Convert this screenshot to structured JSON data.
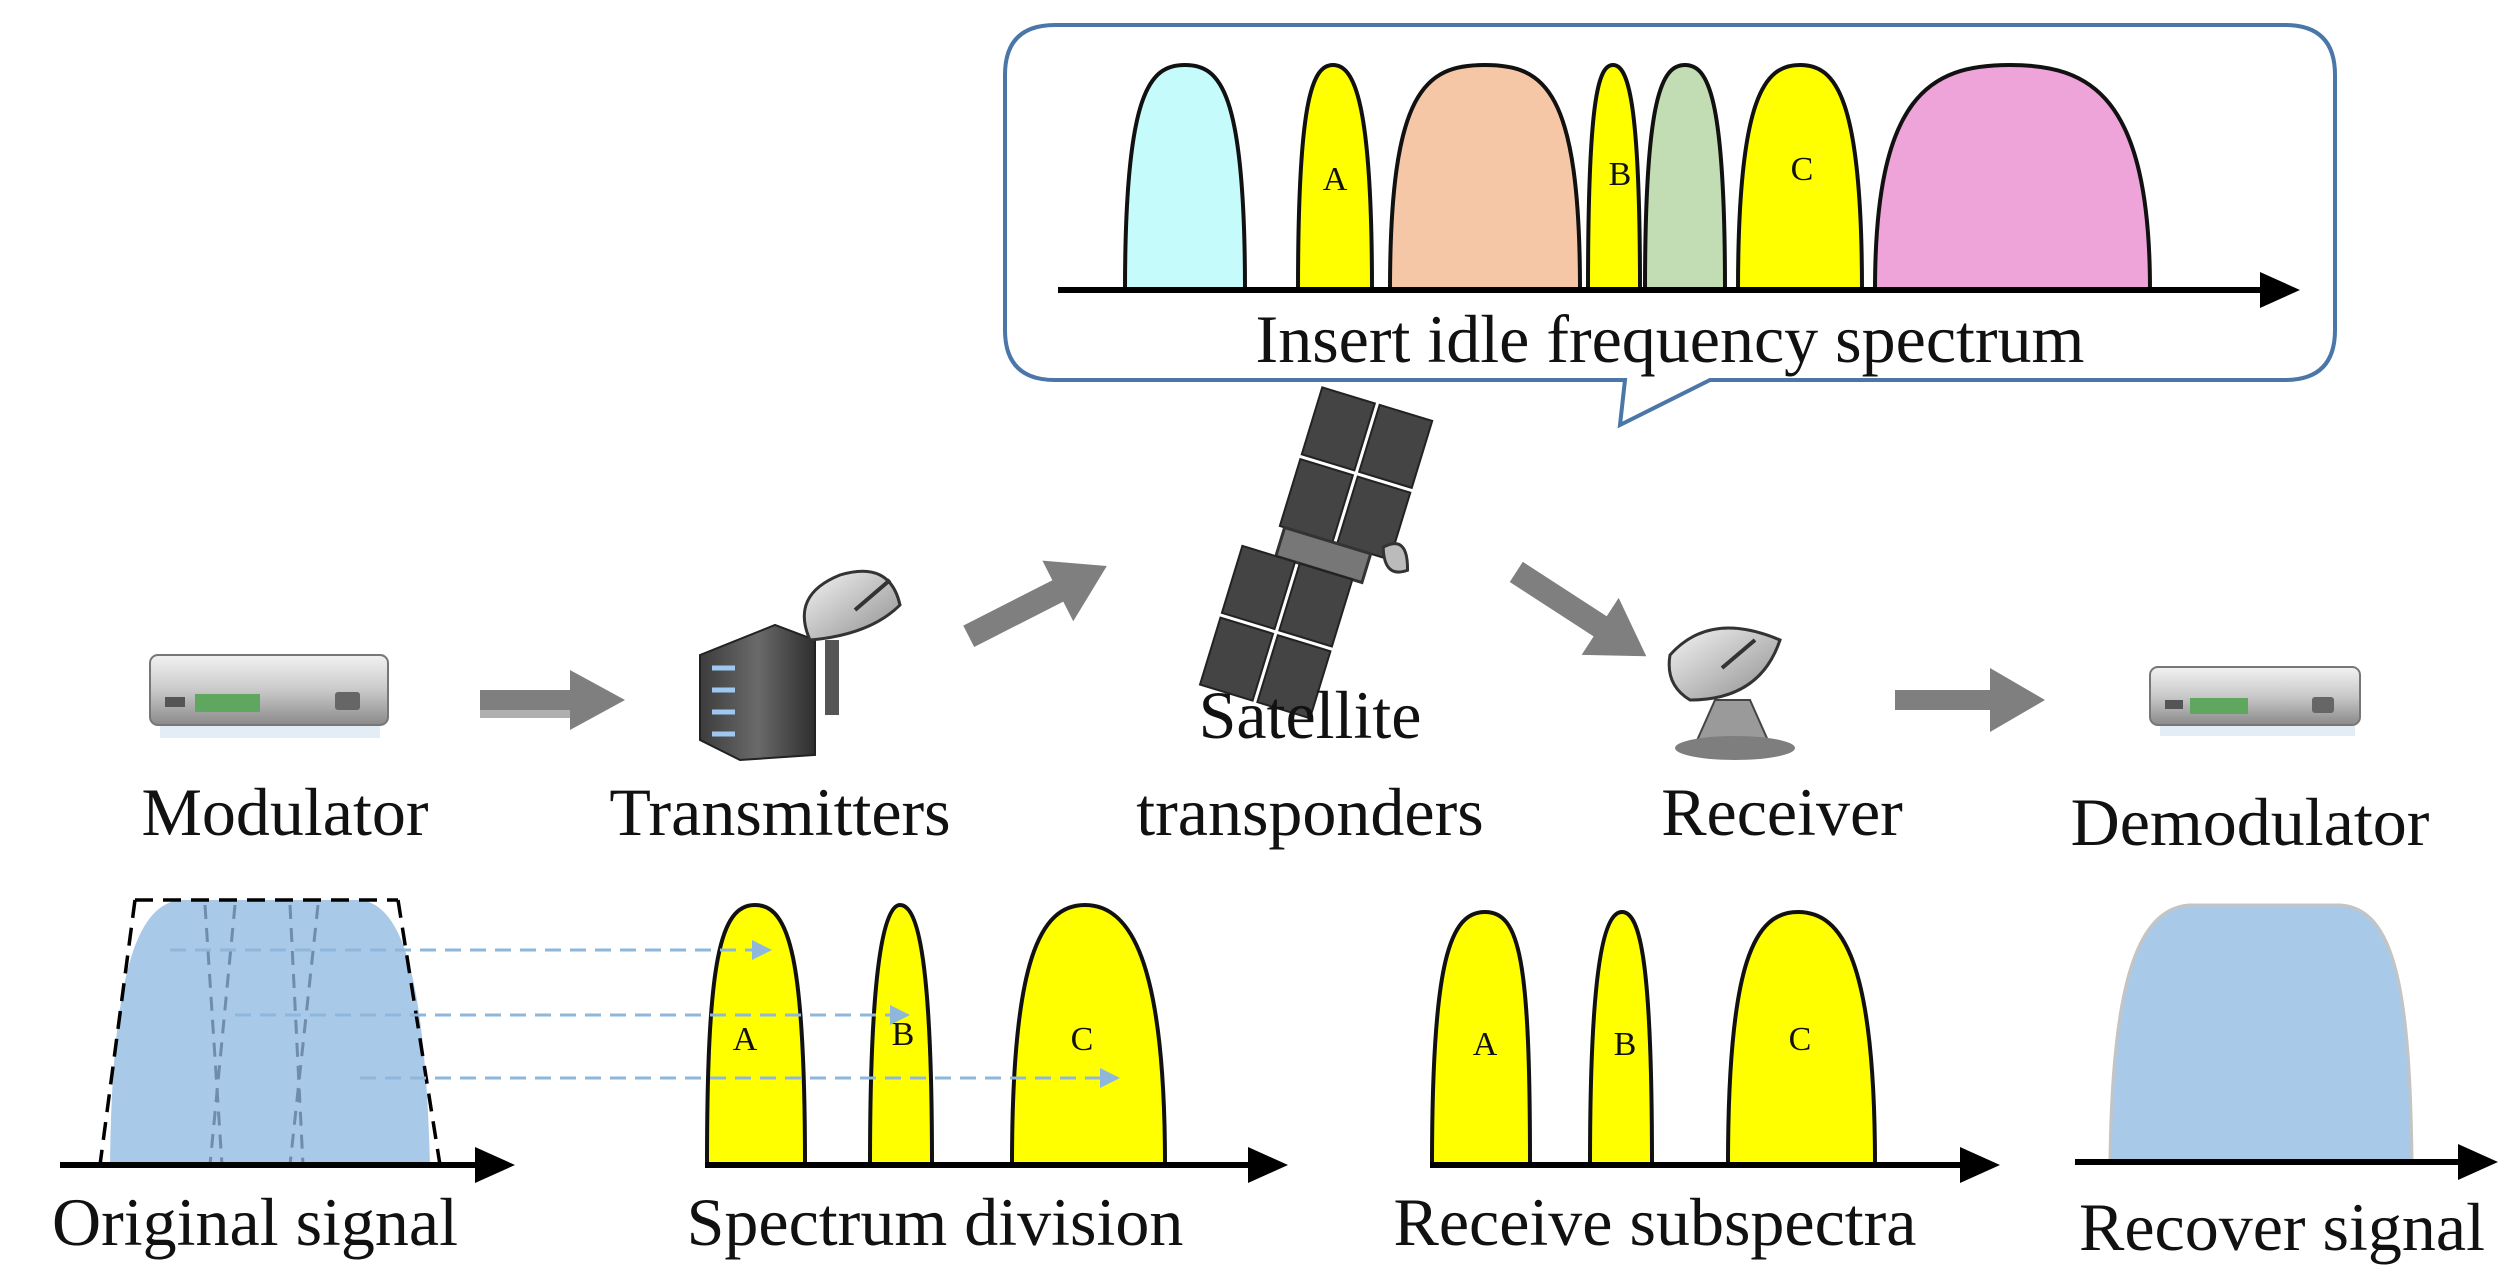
{
  "labels": {
    "modulator": "Modulator",
    "transmitters": "Transmitters",
    "satellite_line1": "Satellite",
    "satellite_line2": "transponders",
    "receiver": "Receiver",
    "demodulator": "Demodulator",
    "original_signal": "Original signal",
    "spectrum_division": "Spectrum division",
    "receive_subspectra": "Receive subspectra",
    "recover_signal": "Recover signal",
    "callout": "Insert idle frequency spectrum"
  },
  "subspectra": {
    "a": "A",
    "b": "B",
    "c": "C"
  },
  "colors": {
    "subspectrum": "#ffff00",
    "signal": "#a9c9e8",
    "cyan": "#c6fbfc",
    "peach": "#f5c7a6",
    "green": "#c2ddb3",
    "pink": "#eea3d9",
    "arrow": "#7f7f7f",
    "callout_border": "#4a76a8"
  }
}
